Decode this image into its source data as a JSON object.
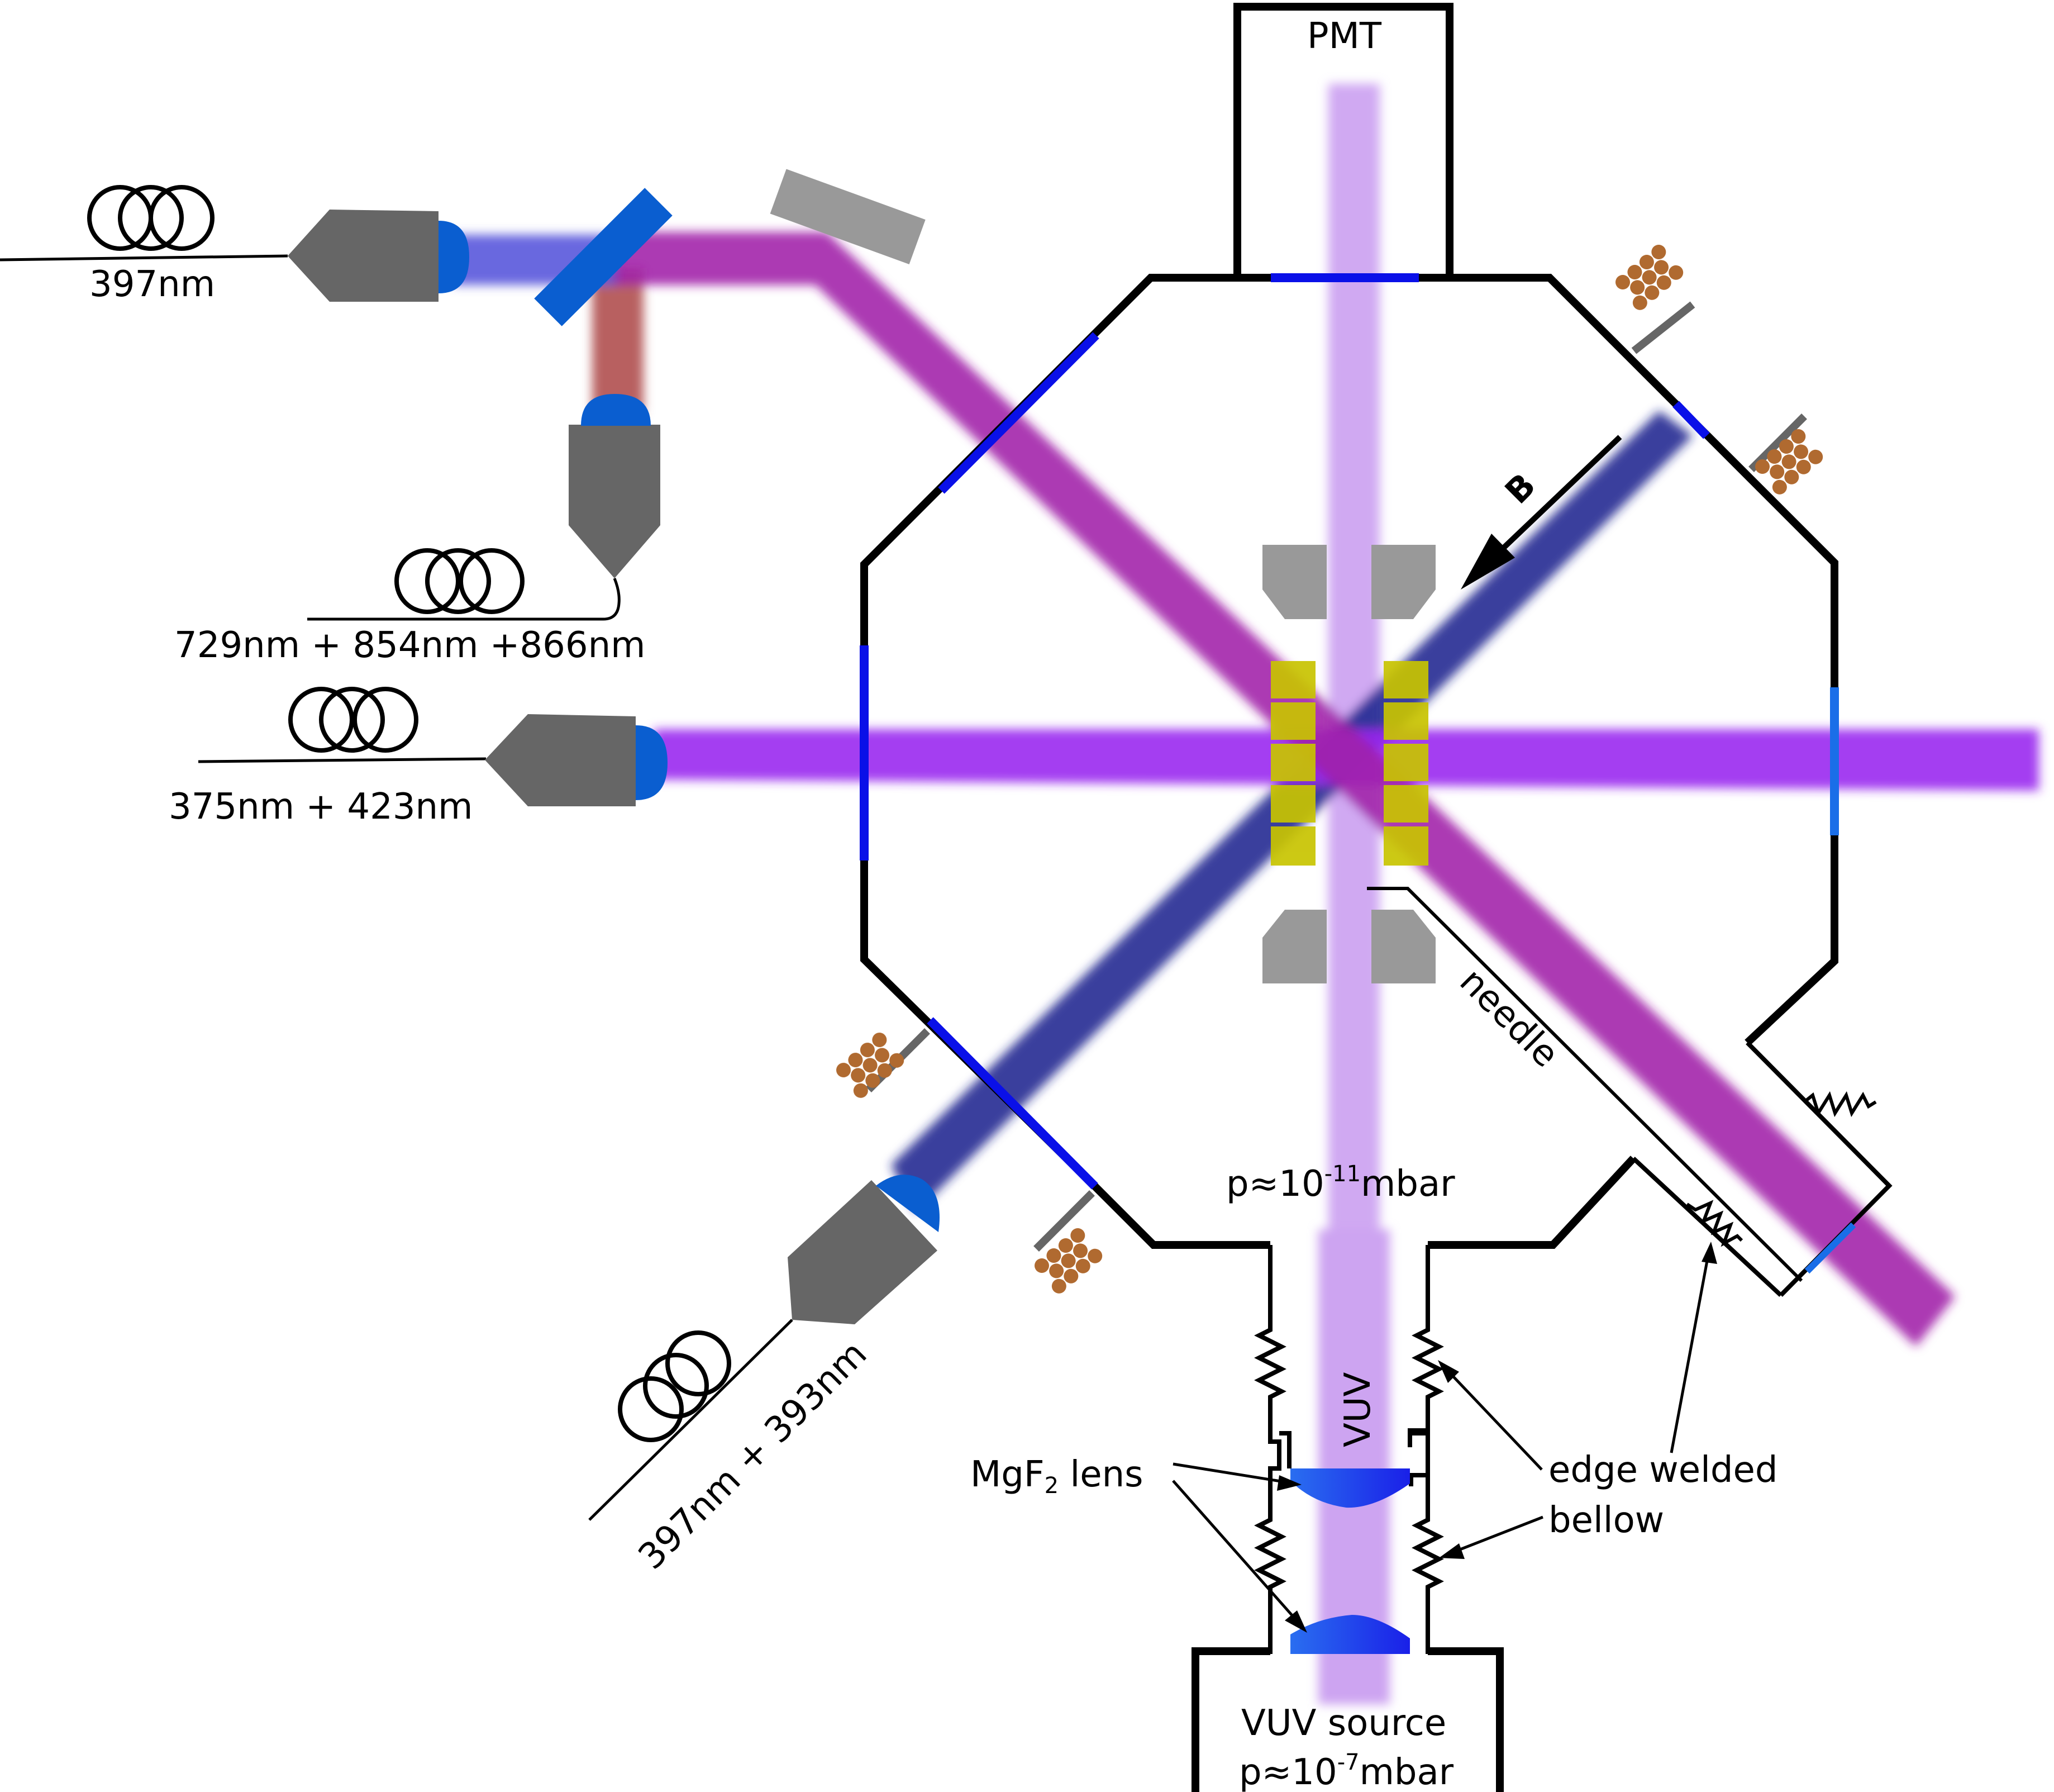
{
  "labels": {
    "pmt": "PMT",
    "fiber_397": "397nm",
    "fiber_729": "729nm + 854nm +866nm",
    "fiber_375": "375nm + 423nm",
    "fiber_397_393": "397nm + 393nm",
    "b_field": "B",
    "needle": "needle",
    "pressure_trap_prefix": "p≈10",
    "pressure_trap_exp": "-11",
    "pressure_trap_unit": "mbar",
    "vuv": "VUV",
    "mgf2_prefix": "MgF",
    "mgf2_sub": "2",
    "mgf2_suffix": " lens",
    "bellow_line1": "edge welded",
    "bellow_line2": "bellow",
    "vuv_source": "VUV source",
    "pressure_source_prefix": "p≈10",
    "pressure_source_exp": "-7",
    "pressure_source_unit": "mbar"
  },
  "colors": {
    "chamber": "#000000",
    "viewport_blue": "#0a10e8",
    "viewport_light": "#1a6ee8",
    "beam_magenta": "#a020a8",
    "beam_violet": "#9a28f0",
    "beam_navy": "#1c2490",
    "beam_uv_lilac": "#c89af0",
    "beam_red": "#b05050",
    "beam_blue": "#5050d8",
    "electrode_gray": "#999999",
    "electrode_yellow": "#c8c400",
    "coupler_gray": "#666666",
    "lens_blue": "#0a5ed0",
    "coil_brown": "#b06a30"
  }
}
